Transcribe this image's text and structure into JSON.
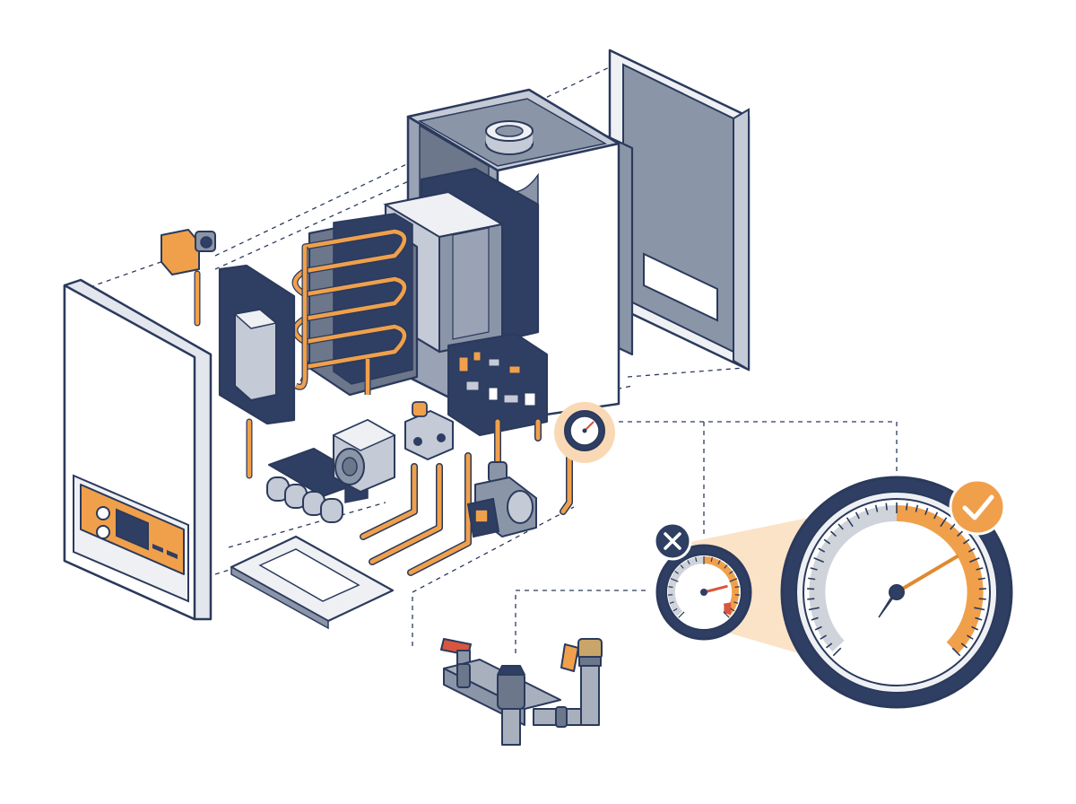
{
  "colors": {
    "background": "#ffffff",
    "outline": "#2b3a5c",
    "navy": "#2f3e63",
    "steel": "#8b95a8",
    "steel_dark": "#6d778c",
    "steel_light": "#c4cad6",
    "panel_light": "#eef0f4",
    "orange": "#f0a04b",
    "orange_dark": "#e0892e",
    "orange_soft": "#f9d9b5",
    "grey_arc": "#cfd3da",
    "red_zone": "#d9553f",
    "pipe_grey": "#a9b0bd"
  },
  "components": [
    {
      "name": "front-cover",
      "icon": "front-cover-panel"
    },
    {
      "name": "control-panel",
      "icon": "display-and-buttons"
    },
    {
      "name": "temperature-sensor",
      "icon": "sensor"
    },
    {
      "name": "expansion-vessel",
      "icon": "flat-tank"
    },
    {
      "name": "heat-exchanger",
      "icon": "coil"
    },
    {
      "name": "combustion-chamber",
      "icon": "burner-box"
    },
    {
      "name": "boiler-casing",
      "icon": "case"
    },
    {
      "name": "back-plate",
      "icon": "wall-bracket"
    },
    {
      "name": "pcb",
      "icon": "circuit-board"
    },
    {
      "name": "gas-valve",
      "icon": "valve"
    },
    {
      "name": "burner",
      "icon": "burner"
    },
    {
      "name": "fan",
      "icon": "fan-unit"
    },
    {
      "name": "pump",
      "icon": "circulating-pump"
    },
    {
      "name": "pressure-gauge",
      "icon": "gauge"
    },
    {
      "name": "filling-loop",
      "icon": "pipe-valves"
    },
    {
      "name": "bottom-cover",
      "icon": "tray"
    }
  ],
  "gauges": {
    "small": {
      "status": "incorrect",
      "status_icon": "cross-icon",
      "needle_fraction": 0.78
    },
    "large": {
      "status": "correct",
      "status_icon": "check-icon",
      "needle_fraction": 0.72
    }
  }
}
